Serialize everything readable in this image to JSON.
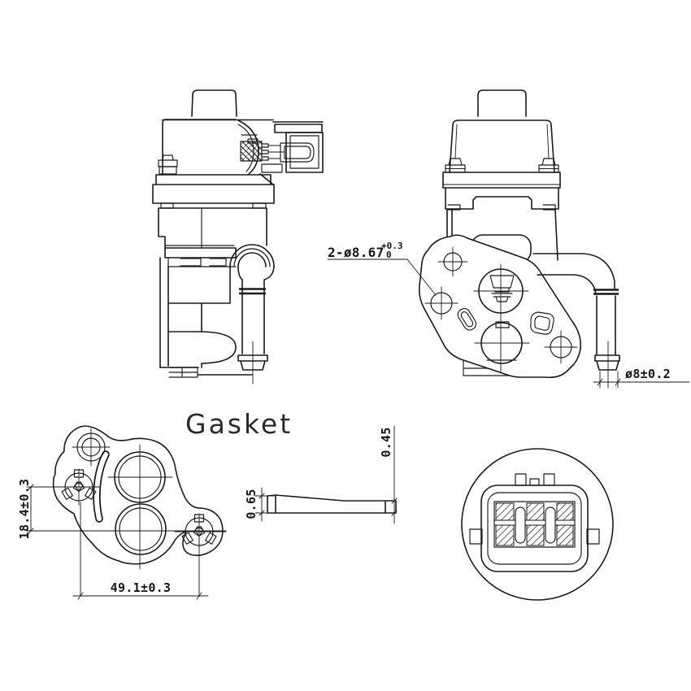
{
  "labels": {
    "gasket_title": "Gasket"
  },
  "dimensions": {
    "flange_holes": "2-ø8.67",
    "flange_holes_tol_upper": "+0.3",
    "flange_holes_tol_lower": "0",
    "hose_outer_diameter": "ø8±0.2",
    "gasket_hole_vertical_offset": "18.4±0.3",
    "gasket_hole_horizontal_span": "49.1±0.3",
    "gasket_thickness_left": "0.65",
    "gasket_thickness_right": "0.45"
  },
  "colors": {
    "line": "#1a1a1a",
    "background": "#ffffff"
  }
}
